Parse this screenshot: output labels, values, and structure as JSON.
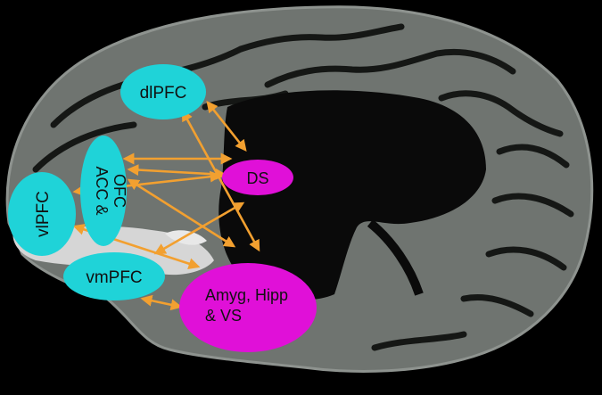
{
  "regions": {
    "dlpfc": {
      "label": "dlPFC",
      "color": "#1fd3d8"
    },
    "acc": {
      "label_line1": "ACC &",
      "label_line2": "OFC",
      "color": "#1fd3d8"
    },
    "vlpfc": {
      "label": "vlPFC",
      "color": "#1fd3d8"
    },
    "vmpfc": {
      "label": "vmPFC",
      "color": "#1fd3d8"
    },
    "ds": {
      "label": "DS",
      "color": "#e010d8"
    },
    "amyg": {
      "label_line1": "Amyg, Hipp",
      "label_line2": "& VS",
      "color": "#e010d8"
    }
  },
  "colors": {
    "arrow": "#f2a030",
    "background": "#000000",
    "brain": "#6f7470",
    "sulcus": "#141614",
    "white_matter": "#dcdcdc"
  }
}
